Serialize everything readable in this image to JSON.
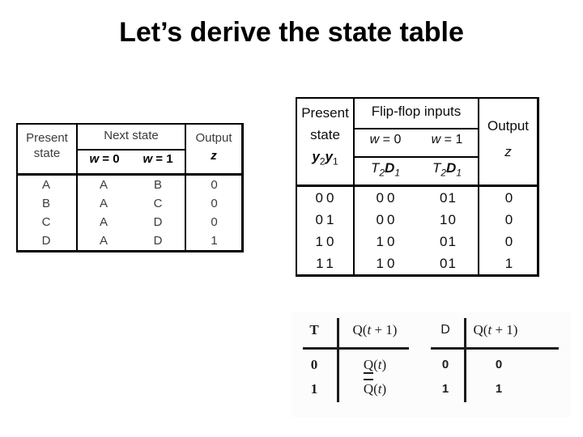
{
  "slide": {
    "title": "Let’s derive the state table"
  },
  "state_table": {
    "present_line1": "Present",
    "present_line2": "state",
    "next_state_label": "Next state",
    "w0_var": "w",
    "w0_rest": " = 0",
    "w1_var": "w",
    "w1_rest": " = 1",
    "output_label": "Output",
    "z_label": "z",
    "rows": [
      {
        "present": "A",
        "w0": "A",
        "w1": "B",
        "z": "0"
      },
      {
        "present": "B",
        "w0": "A",
        "w1": "C",
        "z": "0"
      },
      {
        "present": "C",
        "w0": "A",
        "w1": "D",
        "z": "0"
      },
      {
        "present": "D",
        "w0": "A",
        "w1": "D",
        "z": "1"
      }
    ]
  },
  "excitation_table": {
    "present_line1": "Present",
    "present_line2": "state",
    "y_var": "y",
    "y_sub2": "2",
    "y_sub1": "1",
    "ff_inputs_label": "Flip-flop inputs",
    "w0_var": "w",
    "w0_rest": " = 0",
    "w1_var": "w",
    "w1_rest": " = 1",
    "t_var": "T",
    "t_sub": "2",
    "d_var": "D",
    "d_sub": "1",
    "output_label": "Output",
    "z_label": "z",
    "rows": [
      {
        "present": "00",
        "w0": "00",
        "w1": "01",
        "z": "0"
      },
      {
        "present": "01",
        "w0": "00",
        "w1": "10",
        "z": "0"
      },
      {
        "present": "10",
        "w0": "10",
        "w1": "01",
        "z": "0"
      },
      {
        "present": "11",
        "w0": "10",
        "w1": "01",
        "z": "1"
      }
    ]
  },
  "figure": {
    "t_table": {
      "input_label": "T",
      "header_pre": "Q(",
      "header_t": "t",
      "header_post": " + 1)",
      "rows": [
        {
          "in": "0",
          "q": "Q",
          "arg_pre": "(",
          "arg_t": "t",
          "arg_post": ")"
        },
        {
          "in": "1",
          "q": "Q",
          "arg_pre": "(",
          "arg_t": "t",
          "arg_post": ")"
        }
      ]
    },
    "d_table": {
      "input_label": "D",
      "header_pre": "Q(",
      "header_t": "t",
      "header_post": " + 1)",
      "rows": [
        {
          "in": "0",
          "out": "0"
        },
        {
          "in": "1",
          "out": "1"
        }
      ]
    }
  }
}
